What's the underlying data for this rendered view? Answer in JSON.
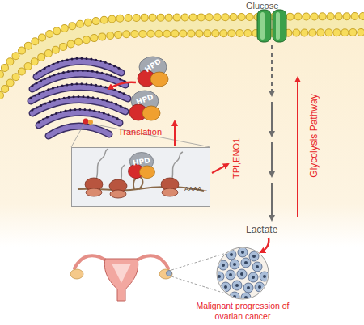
{
  "diagram": {
    "nodes": [
      {
        "text": [
          "HPD"
        ]
      },
      {
        "text": [
          "HPD"
        ]
      },
      {
        "text": [
          "AAAA..."
        ]
      },
      {
        "text": [
          "HPD"
        ],
        "in": 2
      }
    ],
    "labels": [
      "Glucose",
      "TPI,ENO1",
      "Glycolysis Pathway",
      "Translation",
      "Lactate",
      "Malignant progression of ovarian cancer"
    ]
  }
}
